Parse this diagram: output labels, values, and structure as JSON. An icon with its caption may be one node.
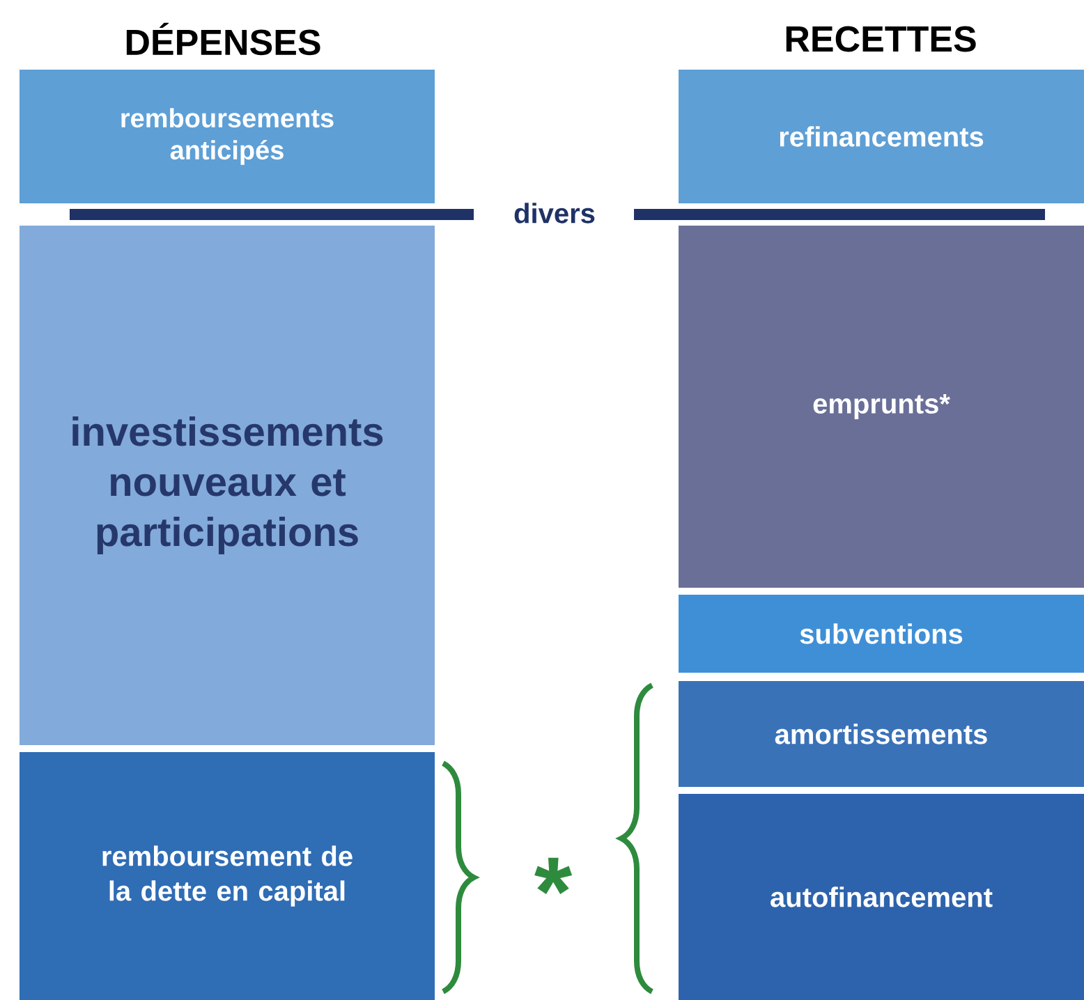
{
  "diagram": {
    "nodes": [
      {
        "text": [
          "remboursements anticipés"
        ]
      },
      {
        "text": [
          "investissements nouveaux et participations"
        ]
      },
      {
        "text": [
          "remboursement de la dette en capital"
        ]
      },
      {
        "text": [
          "refinancements"
        ]
      },
      {
        "text": [
          "emprunts*"
        ]
      },
      {
        "text": [
          "subventions"
        ]
      },
      {
        "text": [
          "amortissements"
        ]
      },
      {
        "text": [
          "autofinancement"
        ]
      }
    ],
    "edges": [],
    "labels": [
      "DÉPENSES",
      "RECETTES",
      "divers",
      "*"
    ]
  }
}
